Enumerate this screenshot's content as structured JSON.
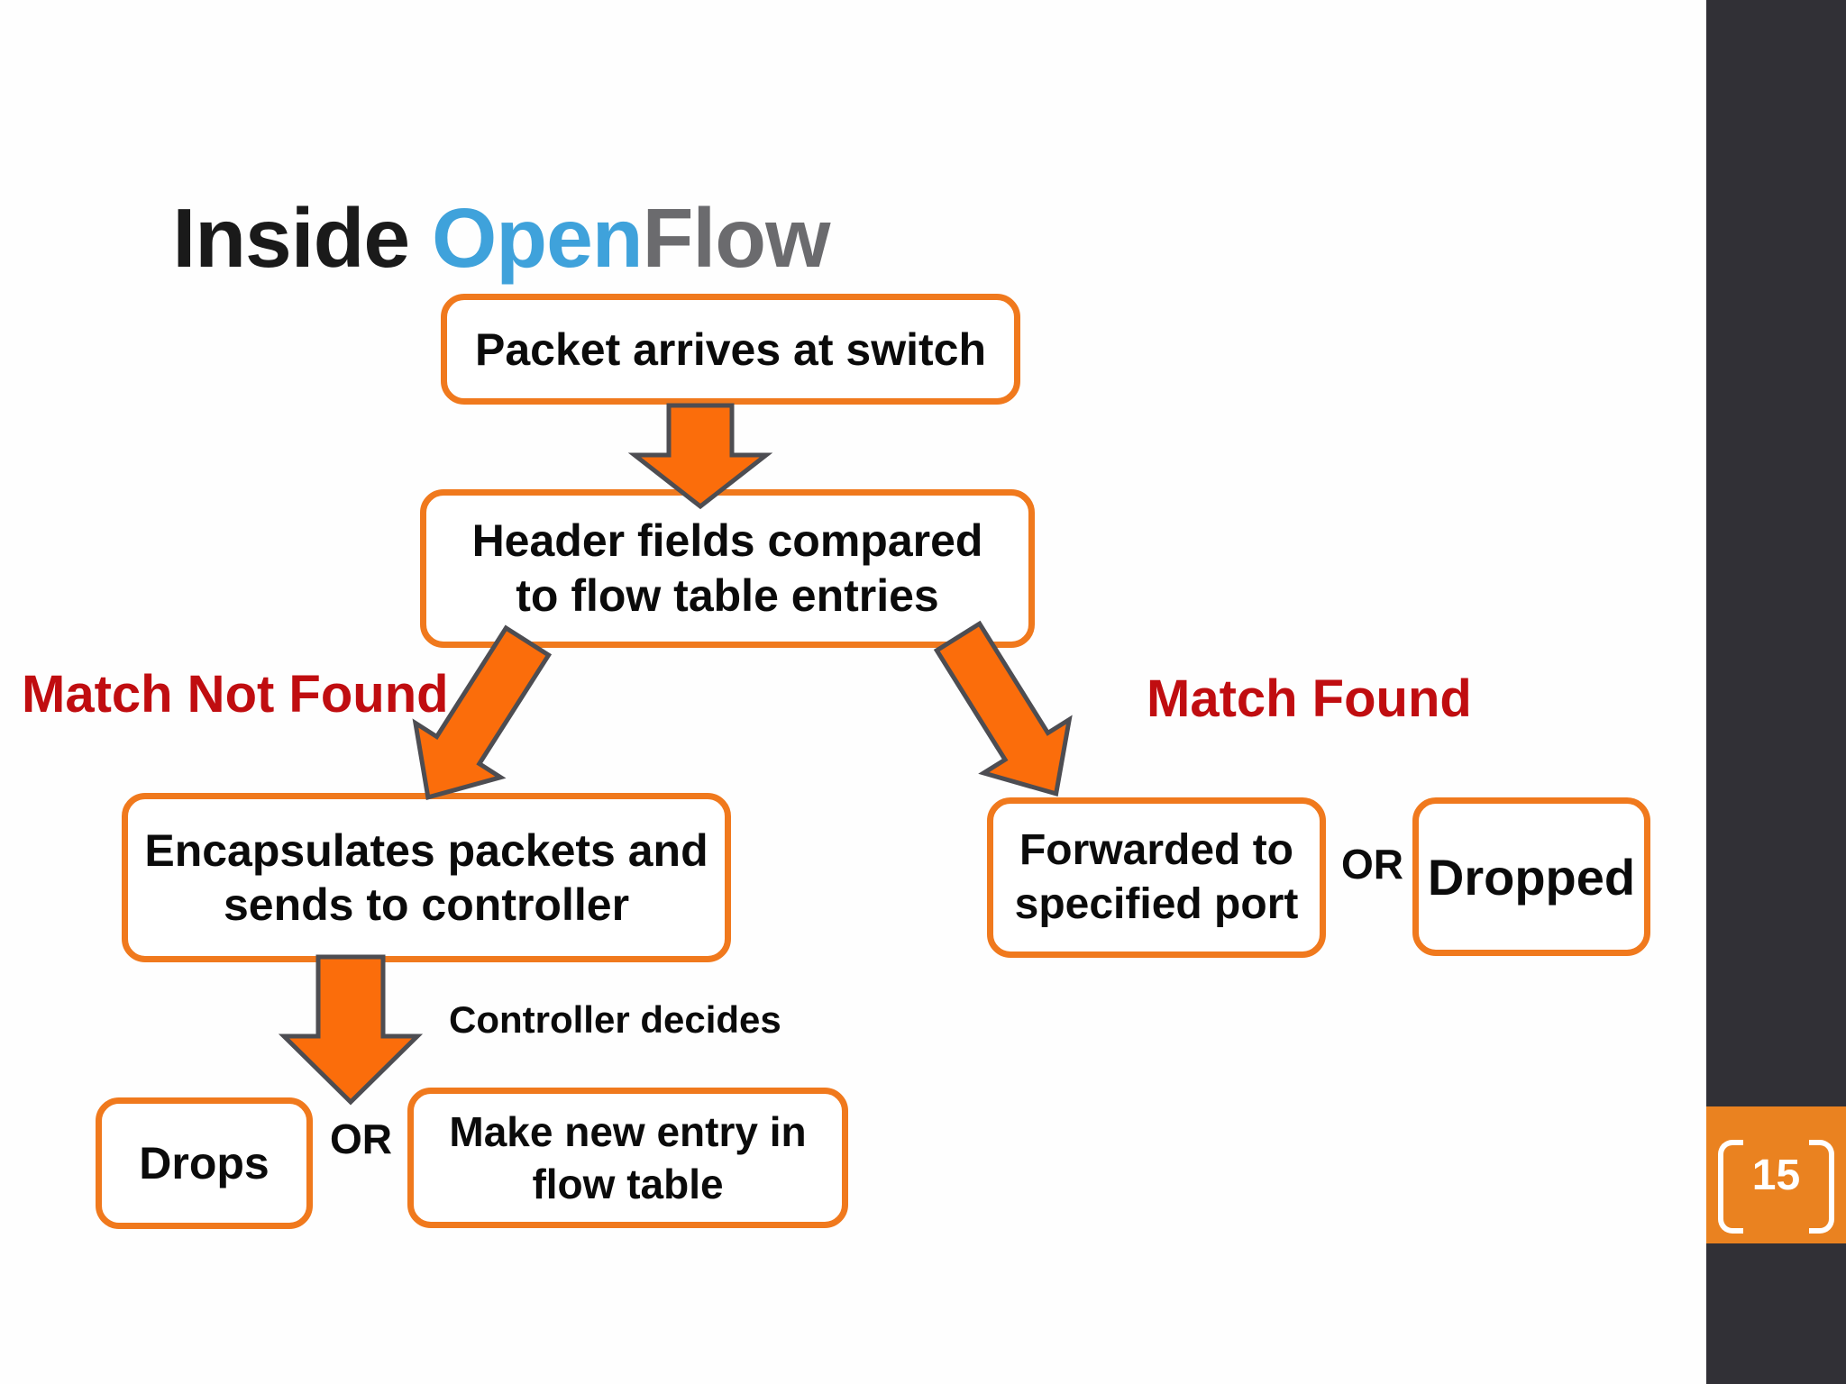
{
  "slide": {
    "title": {
      "part1": "Inside ",
      "part2": "Open",
      "part3": "Flow"
    },
    "page_number": "15",
    "boxes": {
      "packet": "Packet arrives at switch",
      "header_line1": "Header fields compared",
      "header_line2": "to flow table entries",
      "encapsulate_line1": "Encapsulates packets and",
      "encapsulate_line2": "sends to controller",
      "forwarded_line1": "Forwarded to",
      "forwarded_line2": "specified port",
      "dropped": "Dropped",
      "drops": "Drops",
      "new_entry_line1": "Make new entry in",
      "new_entry_line2": "flow table"
    },
    "labels": {
      "match_not_found": "Match Not Found",
      "match_found": "Match Found",
      "controller_decides": "Controller decides",
      "or_left": "OR",
      "or_right": "OR"
    }
  },
  "colors": {
    "box_border": "#F0791D",
    "arrow_fill": "#FB6D0B",
    "arrow_stroke": "#4D4D52",
    "label_red": "#C00D10",
    "sidebar_bg": "#313036",
    "badge_orange": "#EA8220",
    "title_black": "#1A1A1A",
    "title_blue": "#3FA2DB",
    "title_gray": "#6B6B6E"
  }
}
